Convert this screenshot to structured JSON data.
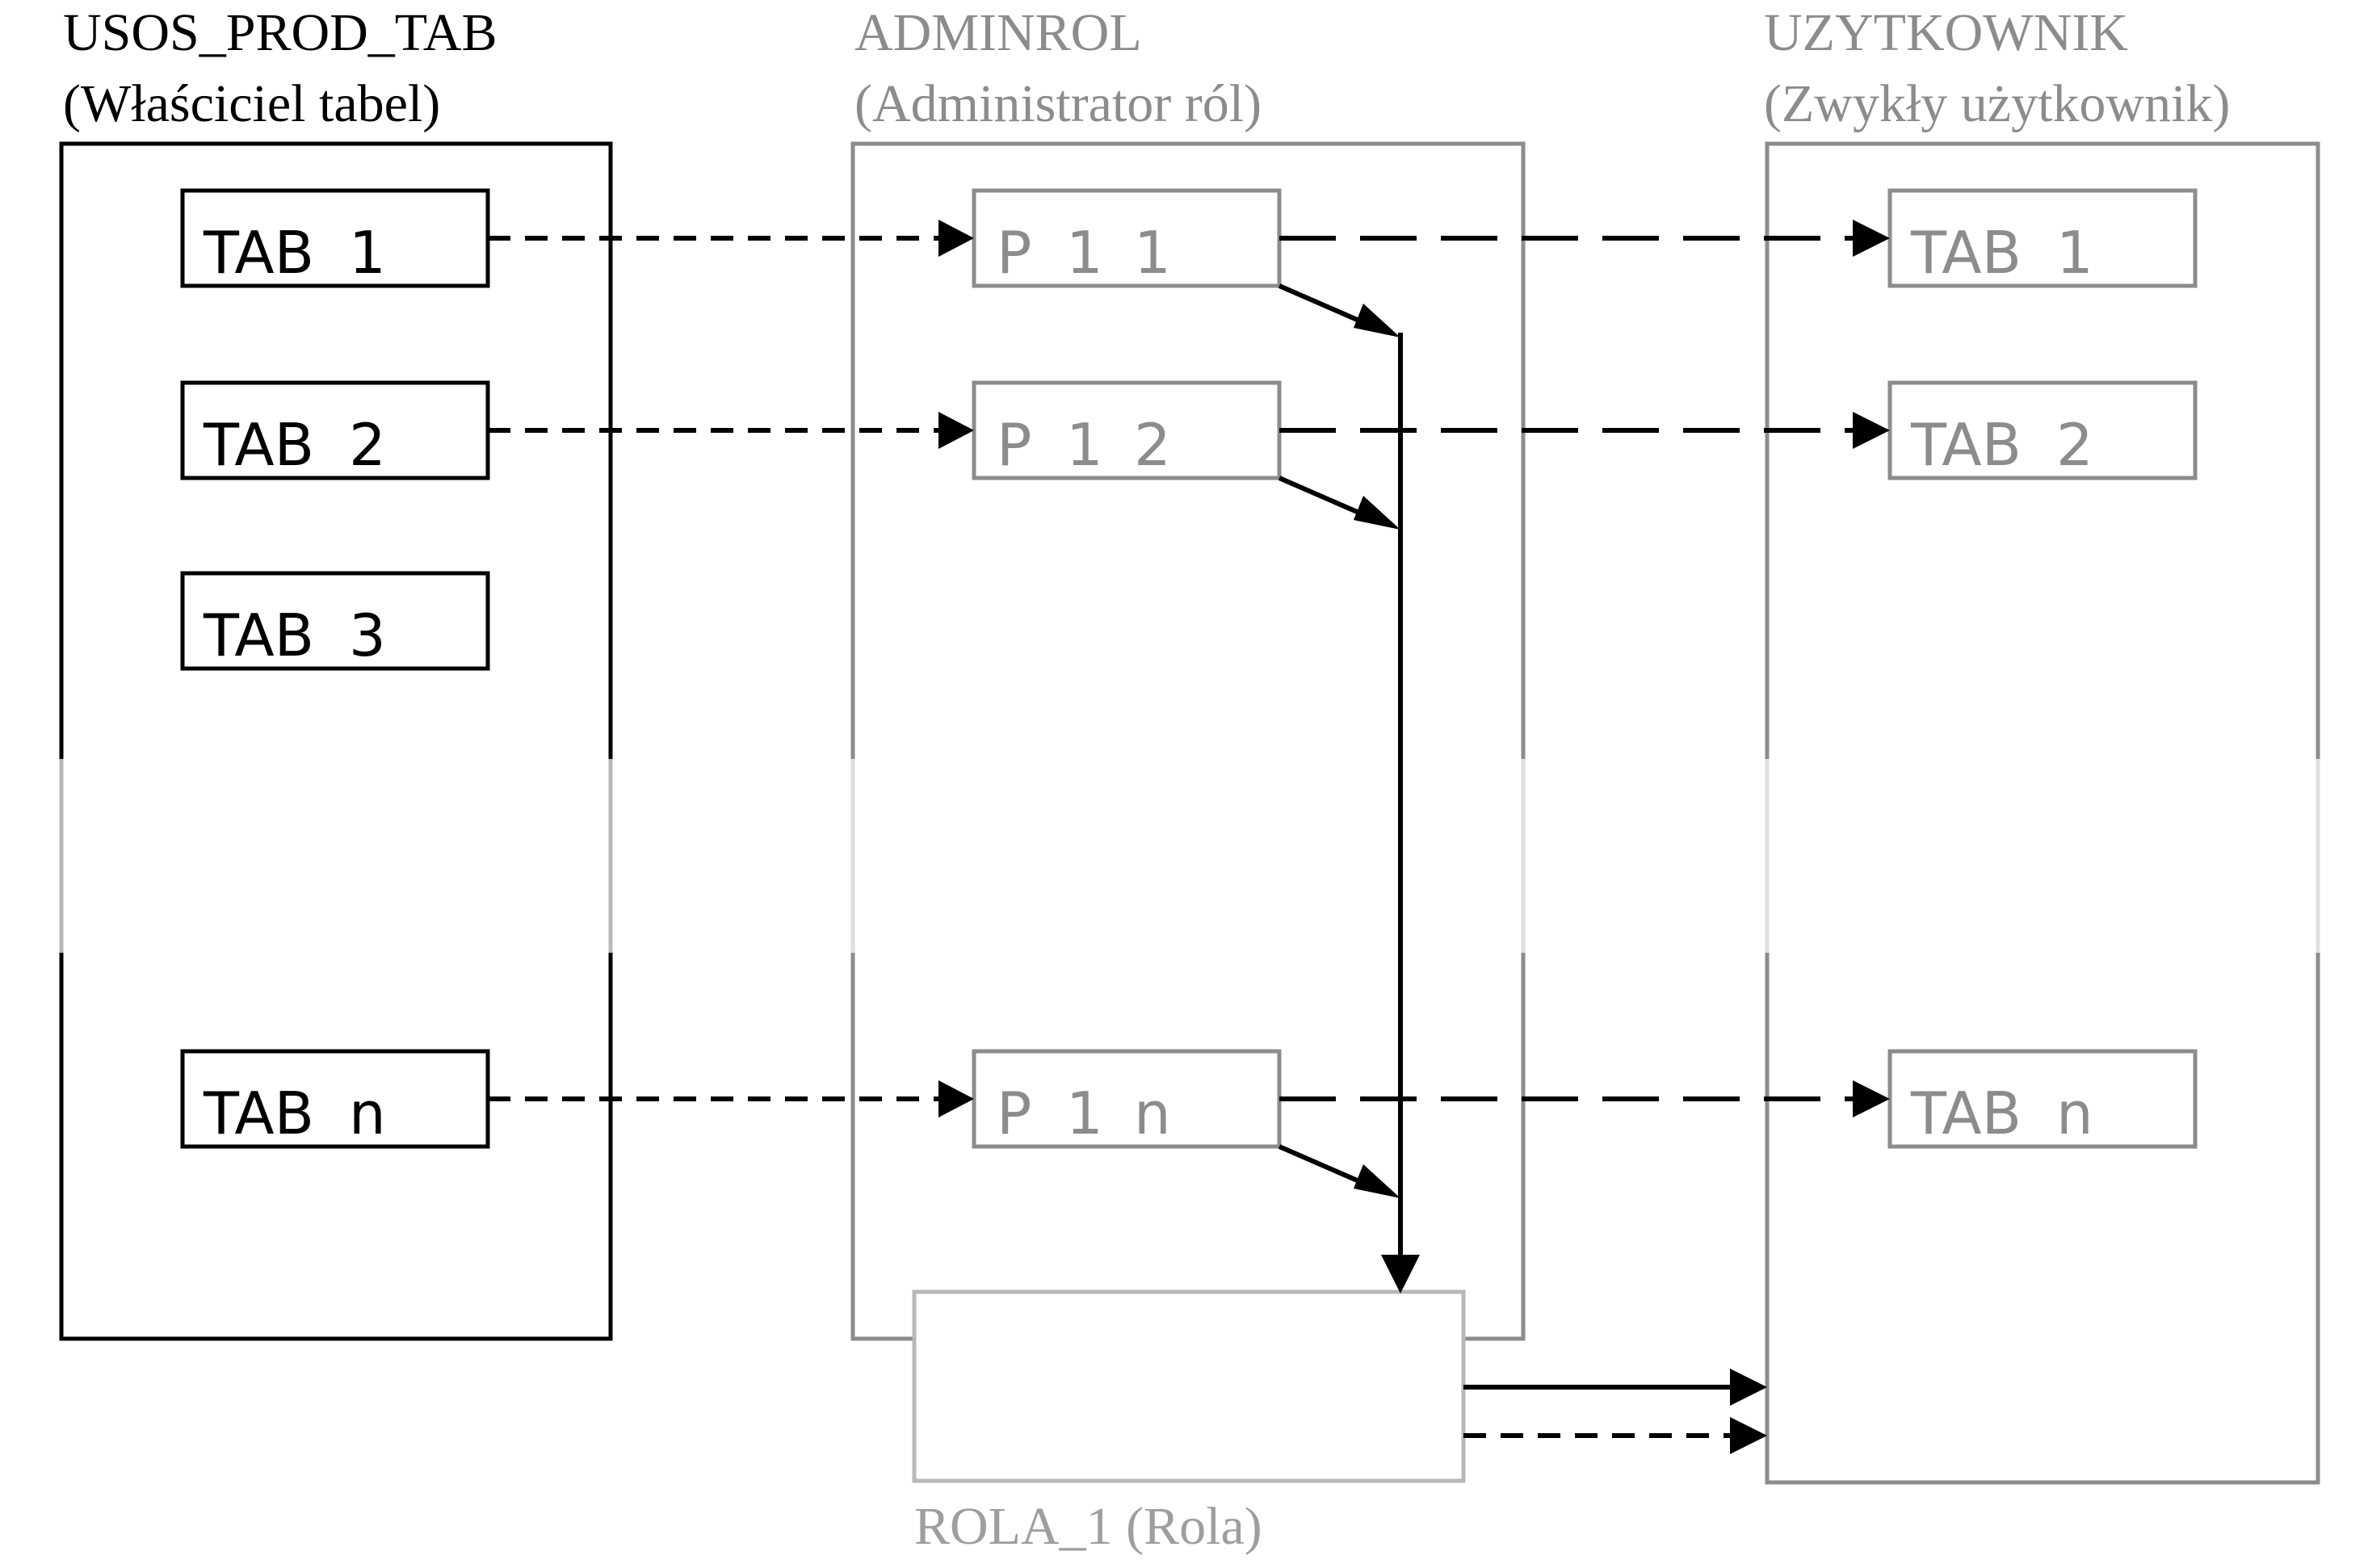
{
  "colors": {
    "owner": "#000000",
    "admin": "#8c8c8c",
    "user": "#8c8c8c",
    "role": "#b8b8b8",
    "arrow": "#000000"
  },
  "owner": {
    "title": "USOS_PROD_TAB",
    "subtitle": "(Właściciel tabel)",
    "tables": [
      {
        "parts": [
          "TAB",
          "1"
        ]
      },
      {
        "parts": [
          "TAB",
          "2"
        ]
      },
      {
        "parts": [
          "TAB",
          "3"
        ]
      },
      {
        "parts": [
          "TAB",
          "n"
        ]
      }
    ]
  },
  "admin": {
    "title": "ADMINROL",
    "subtitle": "(Administrator ról)",
    "privileges": [
      {
        "parts": [
          "P",
          "1",
          "1"
        ]
      },
      {
        "parts": [
          "P",
          "1",
          "2"
        ]
      },
      {
        "parts": [
          "P",
          "1",
          "n"
        ]
      }
    ]
  },
  "user": {
    "title": "UZYTKOWNIK",
    "subtitle": "(Zwykły użytkownik)",
    "tables": [
      {
        "parts": [
          "TAB",
          "1"
        ]
      },
      {
        "parts": [
          "TAB",
          "2"
        ]
      },
      {
        "parts": [
          "TAB",
          "n"
        ]
      }
    ]
  },
  "role": {
    "label": "ROLA_1 (Rola)"
  }
}
